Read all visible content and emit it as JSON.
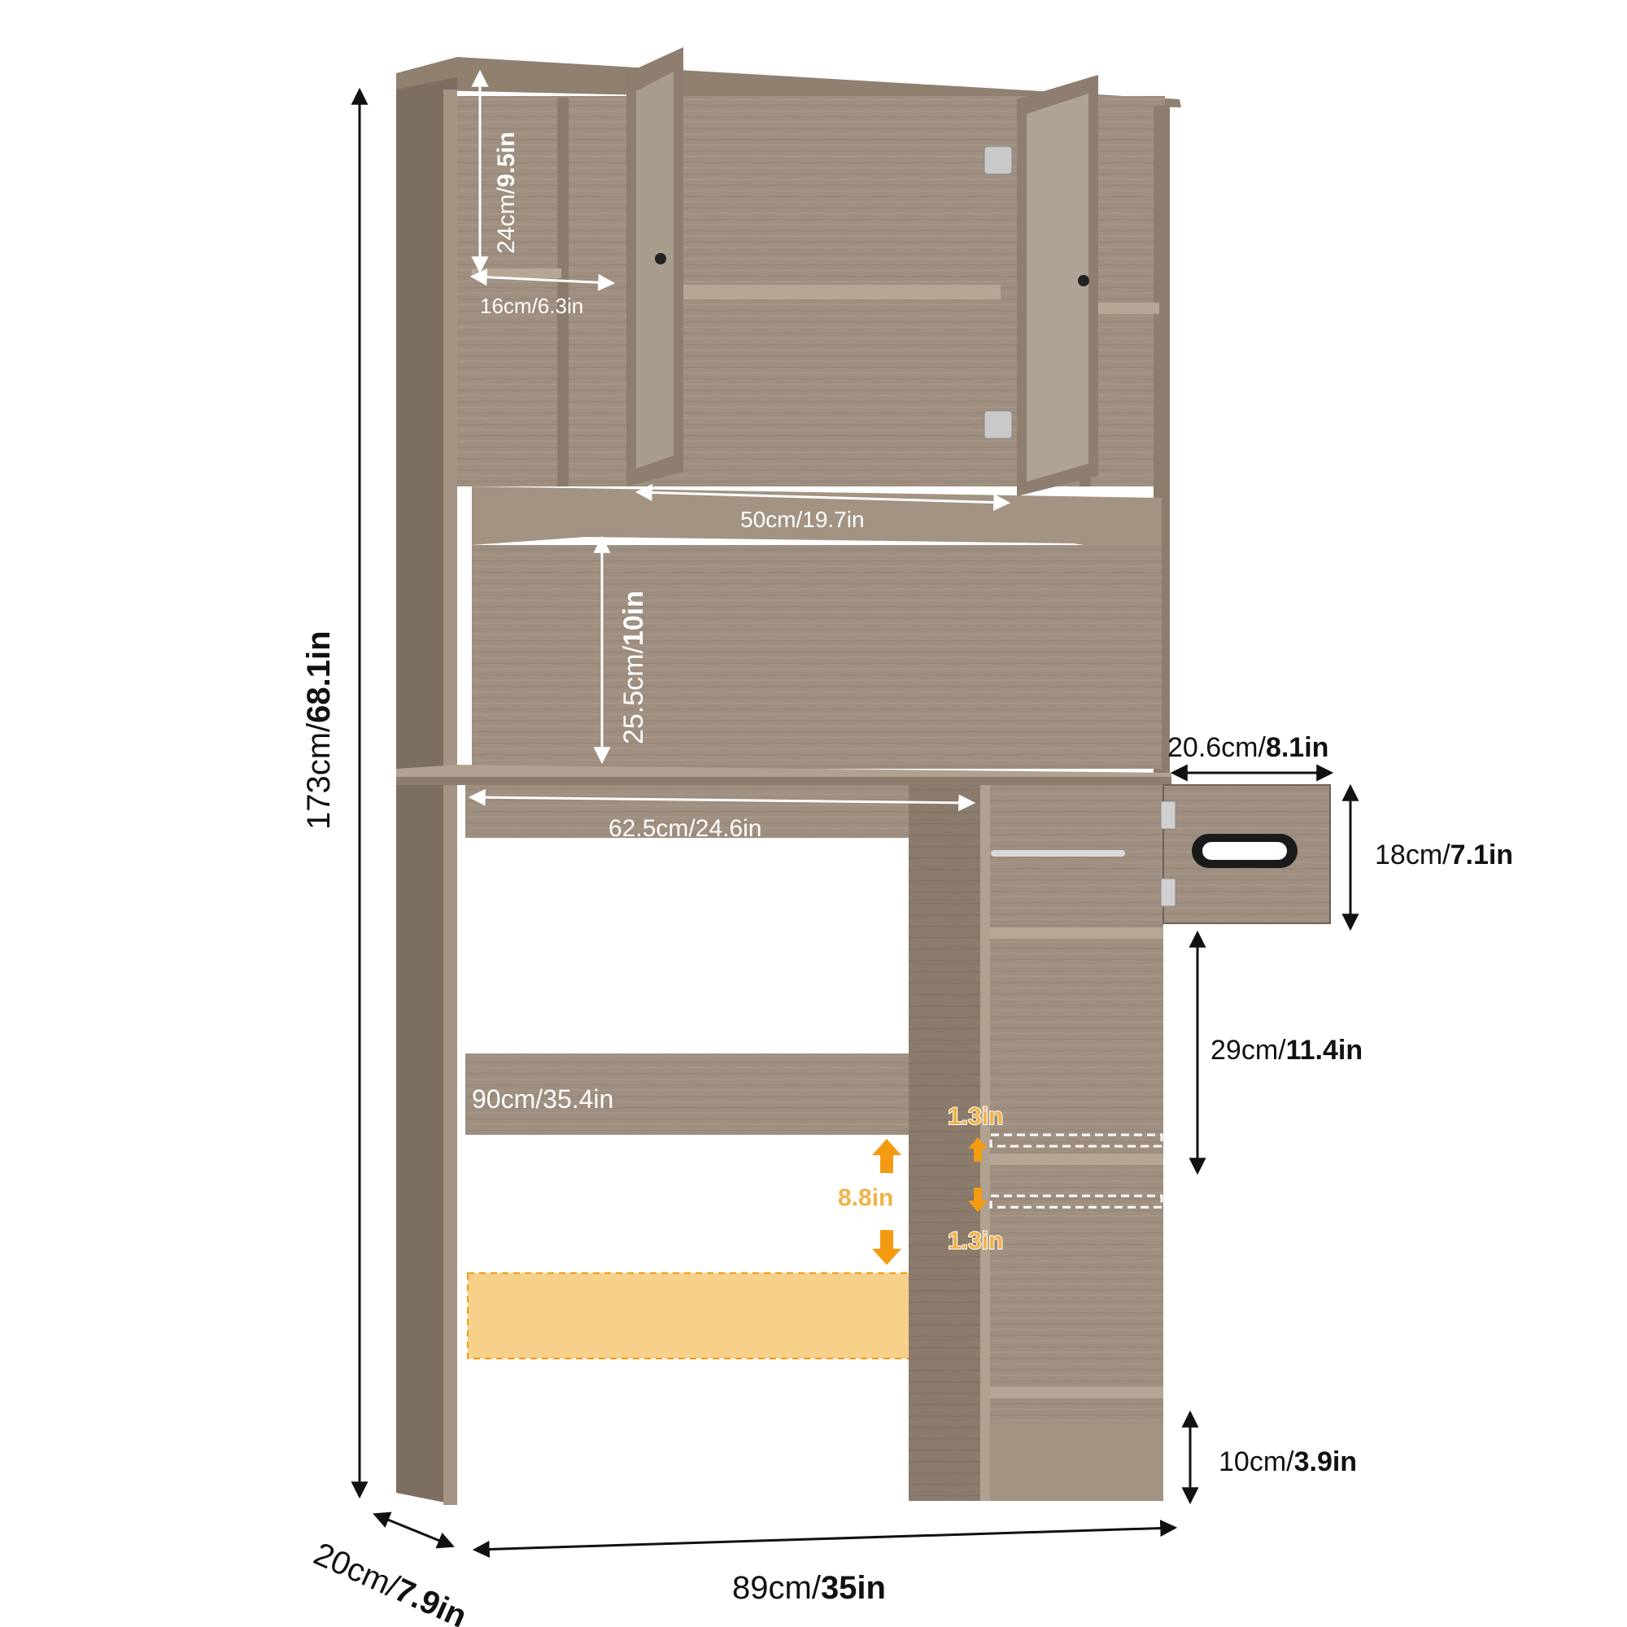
{
  "colors": {
    "wood_light": "#a9998a",
    "wood_mid": "#8f8070",
    "wood_dark": "#6f6255",
    "accent_orange": "#f39c12",
    "highlight_fill": "#f7d08a",
    "arrow_black": "#111111",
    "arrow_white": "#ffffff"
  },
  "dimensions": {
    "overall_height": {
      "cm": "173cm/",
      "in": "68.1in"
    },
    "depth": {
      "cm": "20cm/",
      "in": "7.9in"
    },
    "overall_width": {
      "cm": "89cm/",
      "in": "35in"
    },
    "top_compartment_height": {
      "cm": "24cm/",
      "in": "9.5in"
    },
    "side_compartment_width": {
      "text": "16cm/6.3in"
    },
    "cabinet_inner_width": {
      "text": "50cm/19.7in"
    },
    "open_shelf_height": {
      "cm": "25.5cm/",
      "in": "10in"
    },
    "toilet_space_width": {
      "text": "62.5cm/24.6in"
    },
    "toilet_space_height": {
      "text": "90cm/35.4in"
    },
    "flip_door_width": {
      "cm": "20.6cm/",
      "in": "8.1in"
    },
    "flip_door_height": {
      "cm": "18cm/",
      "in": "7.1in"
    },
    "side_shelf_height": {
      "cm": "29cm/",
      "in": "11.4in"
    },
    "bottom_base_height": {
      "cm": "10cm/",
      "in": "3.9in"
    },
    "shelf_adjust_up": {
      "text": "1.3in"
    },
    "shelf_adjust_down": {
      "text": "1.3in"
    },
    "crossbar_adjust": {
      "text": "8.8in"
    }
  },
  "icons": [
    "up-arrow-icon",
    "down-arrow-icon",
    "door-hinge-icon",
    "door-knob-icon",
    "tissue-slot-icon"
  ]
}
